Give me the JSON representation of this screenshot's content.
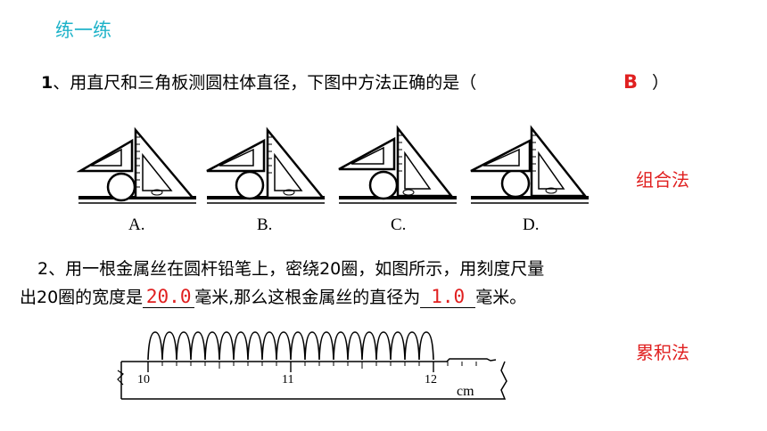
{
  "title": "练一练",
  "q1": {
    "number": "1",
    "text": "、用直尺和三角板测圆柱体直径，下图中方法正确的是（",
    "answer": "B",
    "close": "）",
    "options": [
      "A.",
      "B.",
      "C.",
      "D."
    ],
    "method_label": "组合法"
  },
  "q2": {
    "line1": "2、用一根金属丝在圆杆铅笔上，密绕20圈，如图所示，用刻度尺量",
    "line2_a": "出20圈的宽度是",
    "answer1": "20.0",
    "line2_b": "毫米,那么这根金属丝的直径为",
    "answer2": "1.0",
    "line2_c": "毫米。",
    "method_label": "累积法"
  },
  "ruler": {
    "ticks": [
      "10",
      "11",
      "12"
    ],
    "unit": "cm"
  },
  "colors": {
    "title": "#1fb3c9",
    "answer": "#e02020"
  }
}
